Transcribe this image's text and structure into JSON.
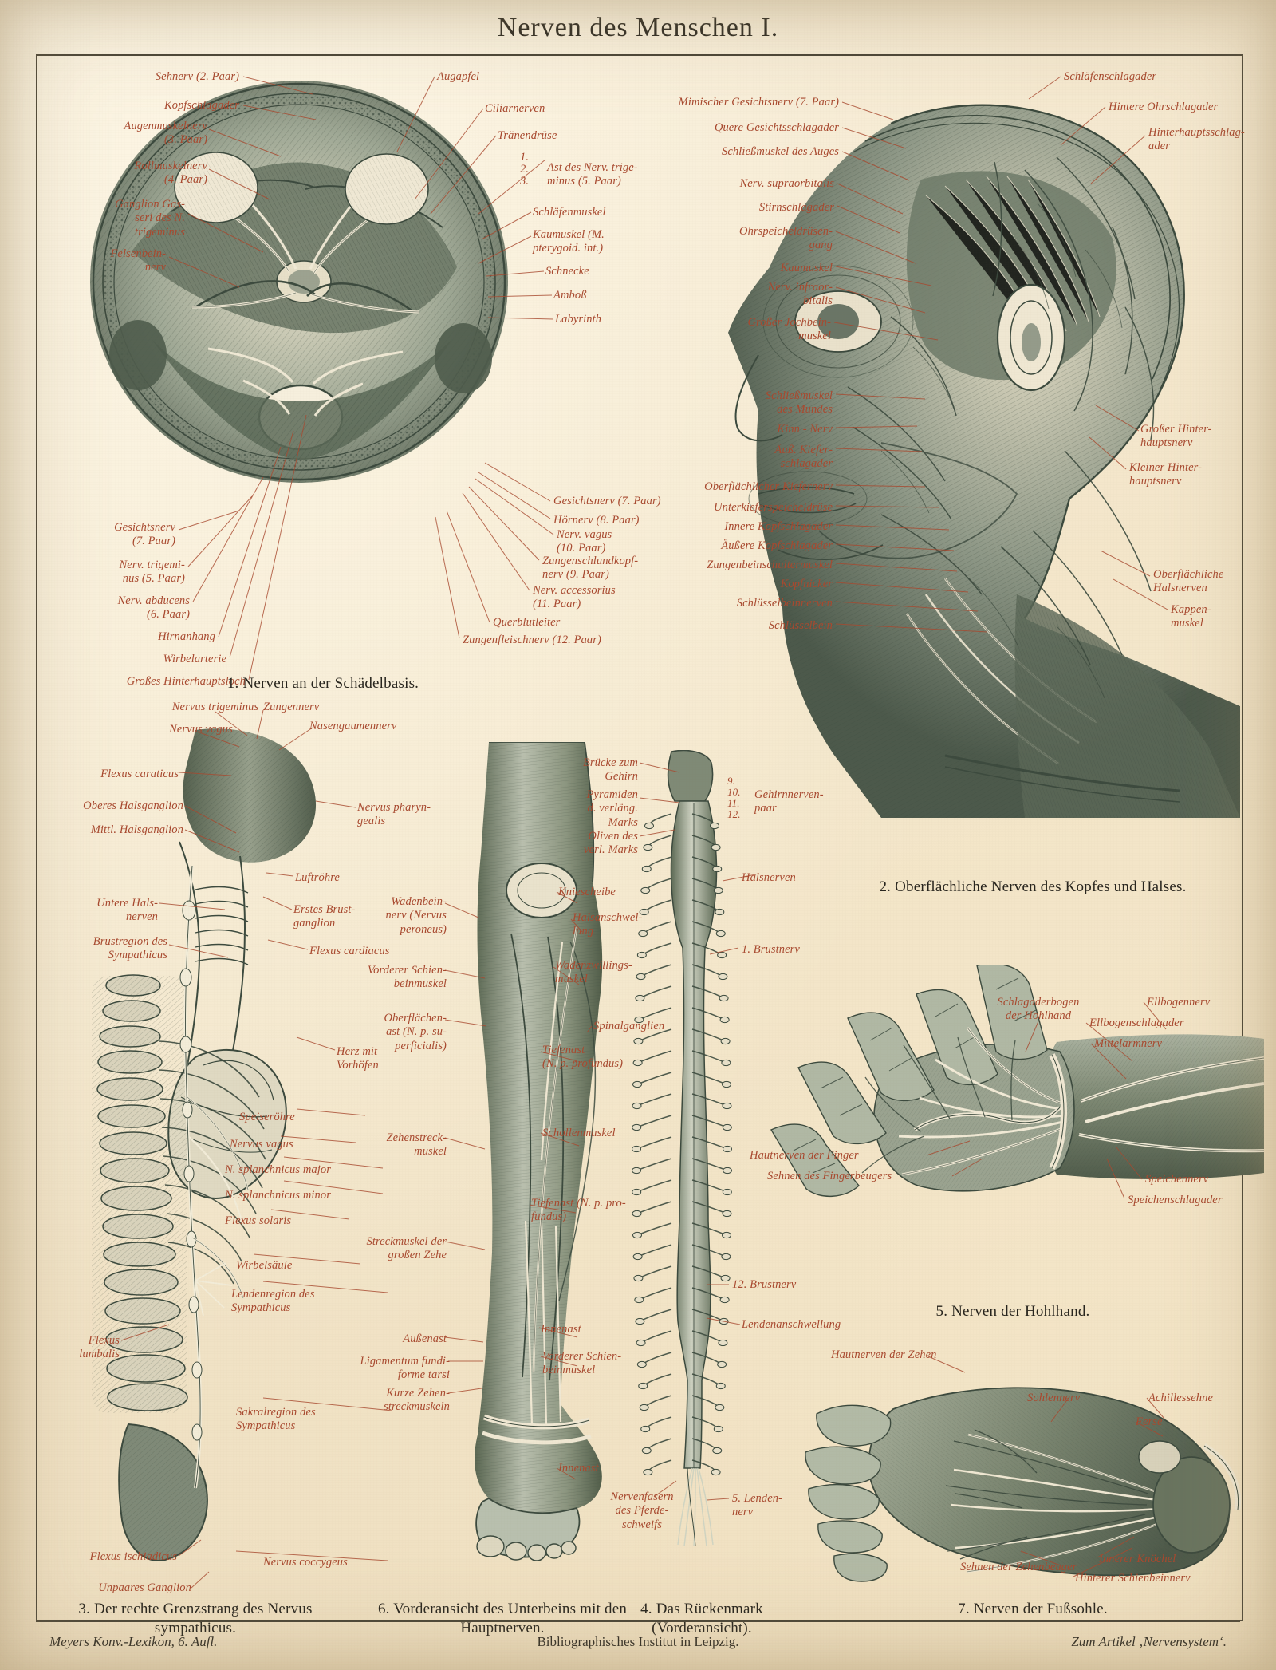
{
  "plate": {
    "title": "Nerven des Menschen I.",
    "footer_left": "Meyers Konv.-Lexikon, 6. Aufl.",
    "footer_center": "Bibliographisches Institut in Leipzig.",
    "footer_right": "Zum Artikel ‚Nervensystem‘.",
    "accent_color": "#a8492f",
    "ink_color": "#3c4a3e",
    "paper_color": "#f3e6cb"
  },
  "figures": [
    {
      "number": "1",
      "caption": "1. Nerven an der Schädelbasis.",
      "labels_left": [
        "Sehnerv (2. Paar)",
        "Kopfschlagader",
        "Augenmuskelnerv\n(3. Paar)",
        "Rollmuskelnerv\n(4. Paar)",
        "Ganglion Gas-\nseri des N.\ntrigeminus",
        "Felsenbein-\nnerv",
        "Gesichtsnerv\n(7. Paar)",
        "Nerv. trigemi-\nnus (5. Paar)",
        "Nerv. abducens\n(6. Paar)",
        "Hirnanhang",
        "Wirbelarterie",
        "Großes Hinterhauptsloch"
      ],
      "labels_right": [
        "Augapfel",
        "Ciliarnerven",
        "Tränendrüse",
        "1.\n2.\n3.",
        "Ast des Nerv. trige-\nminus (5. Paar)",
        "Schläfenmuskel",
        "Kaumuskel (M.\npterygoid. int.)",
        "Schnecke",
        "Amboß",
        "Labyrinth",
        "Gesichtsnerv (7. Paar)",
        "Hörnerv (8. Paar)",
        "Nerv. vagus\n(10. Paar)",
        "Zungenschlundkopf-\nnerv (9. Paar)",
        "Nerv. accessorius\n(11. Paar)",
        "Querblutleiter",
        "Zungenfleischnerv (12. Paar)"
      ]
    },
    {
      "number": "2",
      "caption": "2. Oberflächliche Nerven des Kopfes und Halses.",
      "labels_left": [
        "Mimischer Gesichtsnerv (7. Paar)",
        "Quere Gesichtsschlagader",
        "Schließmuskel des Auges",
        "Nerv. supraorbitalis",
        "Stirnschlagader",
        "Ohrspeicheldrüsen-\ngang",
        "Kaumuskel",
        "Nerv. infraor-\nbitalis",
        "Großer Jochbein-\nmuskel",
        "Schließmuskel\ndes Mundes",
        "Kinn - Nerv",
        "Äuß. Kiefer-\nschlagader",
        "Oberflächlicher Kiefernerv",
        "Unterkieferspeicheldrüse",
        "Innere Kopfschlagader",
        "Äußere Kopfschlagader",
        "Zungenbeinschultermuskel",
        "Kopfnicker",
        "Schlüsselbeinnerven",
        "Schlüsselbein"
      ],
      "labels_right": [
        "Schläfenschlagader",
        "Hintere Ohrschlagader",
        "Hinterhauptsschlag-\nader",
        "Großer Hinter-\nhauptsnerv",
        "Kleiner Hinter-\nhauptsnerv",
        "Oberflächliche\nHalsnerven",
        "Kappen-\nmuskel"
      ]
    },
    {
      "number": "3",
      "caption": "3. Der rechte Grenzstrang des Nervus\nsympathicus.",
      "labels_left": [
        "Nervus trigeminus",
        "Nervus vagus",
        "Flexus caraticus",
        "Oberes Halsganglion",
        "Mittl. Halsganglion",
        "Untere Hals-\nnerven",
        "Brustregion des\nSympathicus",
        "Flexus\nlumbalis",
        "Flexus ischiadicus",
        "Unpaares Ganglion"
      ],
      "labels_top": [
        "Zungennerv",
        "Nasengaumennerv"
      ],
      "labels_right": [
        "Nervus pharyn-\ngealis",
        "Luftröhre",
        "Erstes Brust-\nganglion",
        "Flexus cardiacus",
        "Herz mit\nVorhöfen",
        "Speiseröhre",
        "Nervus vagus",
        "N. splanchnicus major",
        "N. splanchnicus minor",
        "Flexus solaris",
        "Wirbelsäule",
        "Lendenregion des\nSympathicus",
        "Sakralregion des\nSympathicus",
        "Nervus coccygeus"
      ]
    },
    {
      "number": "6",
      "caption": "6. Vorderansicht des Unterbeins\nmit den Hauptnerven.",
      "labels_left": [
        "Wadenbein-\nnerv (Nervus\nperoneus)",
        "Vorderer Schien-\nbeinmuskel",
        "Oberflächen-\nast (N. p. su-\nperficialis)",
        "Zehenstreck-\nmuskel",
        "Streckmuskel der\ngroßen Zehe",
        "Außenast",
        "Ligamentum fundi-\nforme tarsi",
        "Kurze Zehen-\nstreckmuskeln"
      ],
      "labels_right": [
        "Kniescheibe",
        "Halsanschwel-\nlung",
        "Wadenzwillings-\nmuskel",
        "Spinalganglien",
        "Tiefenast\n(N. p. profundus)",
        "Schollenmuskel",
        "Tiefenast (N. p. pro-\nfundus)",
        "Innenast",
        "Vorderer Schien-\nbeinmuskel",
        "Innenast"
      ]
    },
    {
      "number": "4",
      "caption": "4. Das Rückenmark\n(Vorderansicht).",
      "labels_left": [
        "Brücke zum\nGehirn",
        "Pyramiden\nd. verläng.\nMarks",
        "Oliven des\nverl. Marks"
      ],
      "labels_right": [
        "9.\n10.\n11.\n12.",
        "Gehirnnerven-\npaar",
        "Halsnerven",
        "1. Brustnerv",
        "12. Brustnerv",
        "Lendenanschwellung",
        "5. Lenden-\nnerv"
      ],
      "labels_bottom": [
        "Nervenfasern\ndes Pferde-\nschweifs"
      ]
    },
    {
      "number": "5",
      "caption": "5. Nerven der Hohlhand.",
      "labels_left": [
        "Hautnerven der Finger",
        "Sehnen des Fingerbeugers"
      ],
      "labels_right": [
        "Schlagaderbogen\nder Hohlhand",
        "Ellbogennerv",
        "Ellbogenschlagader",
        "Mittelarmnerv",
        "Speichennerv",
        "Speichenschlagader"
      ]
    },
    {
      "number": "7",
      "caption": "7. Nerven der Fußsohle.",
      "labels_left": [
        "Hautnerven der Zehen",
        "Sehnen der Zehenbeuger"
      ],
      "labels_right": [
        "Sohlennerv",
        "Achillessehne",
        "Ferse",
        "Innerer Knöchel",
        "Hinterer Schienbeinnerv"
      ]
    }
  ]
}
